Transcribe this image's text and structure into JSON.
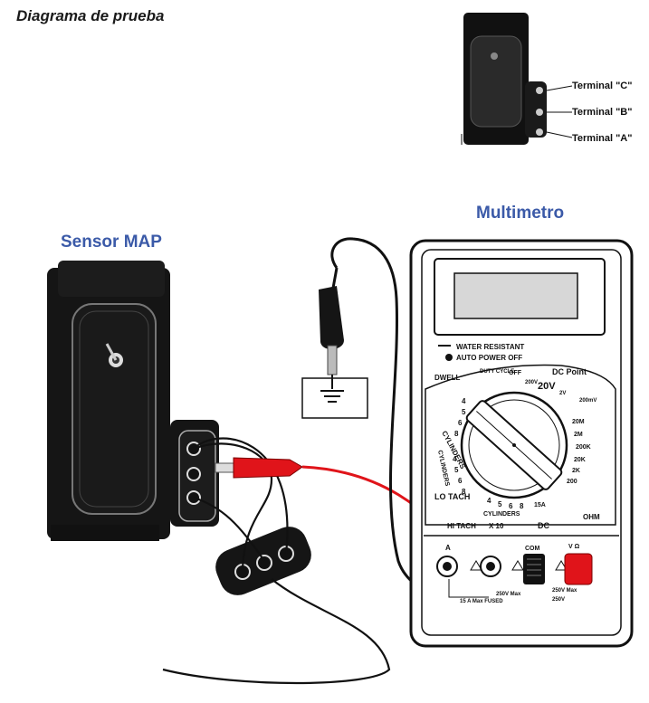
{
  "title": "Diagrama de prueba",
  "labels": {
    "sensor": "Sensor MAP",
    "meter": "Multimetro"
  },
  "terminals": [
    {
      "label": "Terminal \"C\""
    },
    {
      "label": "Terminal \"B\""
    },
    {
      "label": "Terminal \"A\""
    }
  ],
  "multimeter": {
    "water_resistant": "WATER RESISTANT",
    "auto_power_off": "AUTO POWER OFF",
    "dial_labels": {
      "dwell": "DWELL",
      "duty_cycle": "DUTY CYCLE",
      "off": "OFF",
      "dc_point": "DC Point",
      "v20": "20V",
      "v2": "2V",
      "mv200": "200mV",
      "v200": "200V",
      "cylinders_top": "CYLINDERS",
      "cylinders_left": "CYLINDERS",
      "cylinders_bottom": "CYLINDERS",
      "lo_tach": "LO TACH",
      "hi_tach": "HI TACH",
      "x10": "X 10",
      "a15": "15A",
      "dc": "DC",
      "ohm": "OHM",
      "r20m": "20M",
      "r2m": "2M",
      "r200k": "200K",
      "r20k": "20K",
      "r2k": "2K",
      "r200": "200"
    },
    "cyl_numbers_top": [
      "4",
      "5",
      "6",
      "8"
    ],
    "cyl_numbers_left": [
      "4",
      "5",
      "6",
      "8"
    ],
    "cyl_numbers_bottom": [
      "4",
      "5",
      "6",
      "8"
    ],
    "jacks": {
      "a": "A",
      "com": "COM",
      "v_ohm": "V Ω",
      "max_250_left": "250V Max",
      "max_250_right": "250V Max",
      "v250": "250V",
      "fused": "15 A Max FUSED"
    }
  }
}
